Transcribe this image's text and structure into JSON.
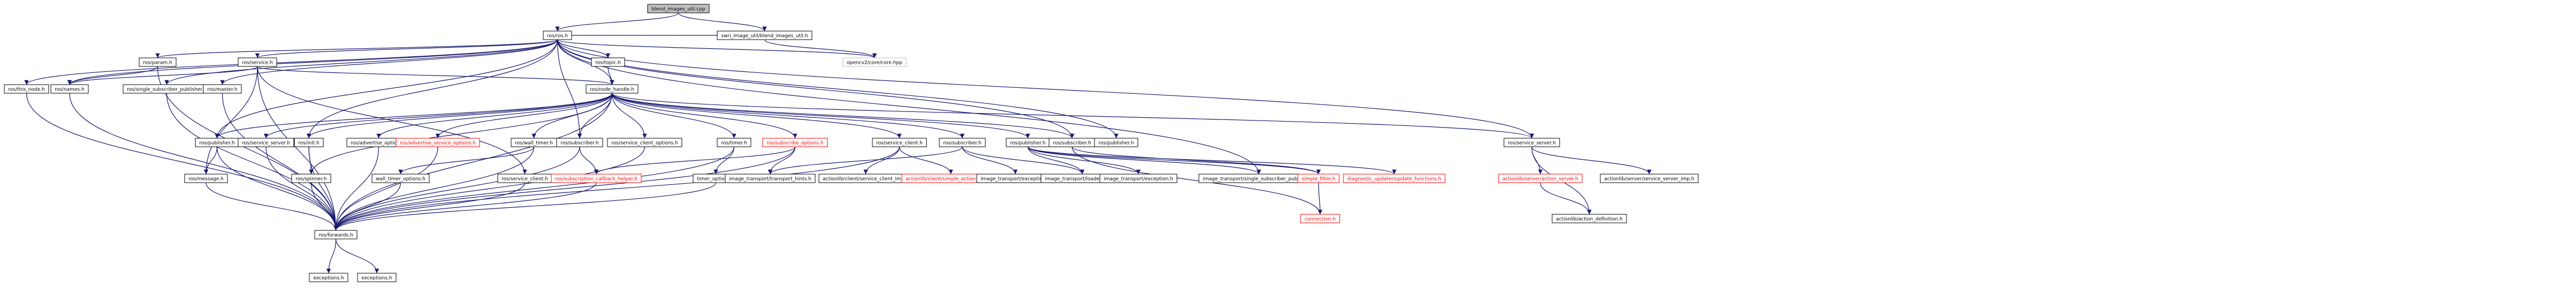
{
  "graph": {
    "colors": {
      "edge": "#191970",
      "node_border": "#000000",
      "root_fill": "#bfbfbf",
      "missing": "#ff0000",
      "external_border": "#bfbfbf"
    },
    "nodes": [
      {
        "id": "root",
        "label": "blend_images_util.cpp",
        "kind": "root"
      },
      {
        "id": "swri_blend",
        "label": "swri_image_util/blend_images_util.h",
        "kind": "normal"
      },
      {
        "id": "ros_ros",
        "label": "ros/ros.h",
        "kind": "normal"
      },
      {
        "id": "opencv",
        "label": "opencv2/core/core.hpp",
        "kind": "external"
      },
      {
        "id": "param",
        "label": "ros/param.h",
        "kind": "normal"
      },
      {
        "id": "service",
        "label": "ros/service.h",
        "kind": "normal"
      },
      {
        "id": "topic",
        "label": "ros/topic.h",
        "kind": "normal"
      },
      {
        "id": "this_node",
        "label": "ros/this_node.h",
        "kind": "normal"
      },
      {
        "id": "names",
        "label": "ros/names.h",
        "kind": "normal"
      },
      {
        "id": "single_sub_pub",
        "label": "ros/single_subscriber_publisher.h",
        "kind": "normal"
      },
      {
        "id": "master",
        "label": "ros/master.h",
        "kind": "normal"
      },
      {
        "id": "node_handle",
        "label": "ros/node_handle.h",
        "kind": "normal"
      },
      {
        "id": "publisher_ros",
        "label": "ros/publisher.h",
        "kind": "normal"
      },
      {
        "id": "service_server_ros",
        "label": "ros/service_server.h",
        "kind": "normal"
      },
      {
        "id": "init",
        "label": "ros/init.h",
        "kind": "normal"
      },
      {
        "id": "advertise_options",
        "label": "ros/advertise_options.h",
        "kind": "normal"
      },
      {
        "id": "advertise_service_options",
        "label": "ros/advertise_service_options.h",
        "kind": "missing"
      },
      {
        "id": "wall_timer",
        "label": "ros/wall_timer.h",
        "kind": "normal"
      },
      {
        "id": "subscriber_ros",
        "label": "ros/subscriber.h",
        "kind": "normal"
      },
      {
        "id": "service_client_options",
        "label": "ros/service_client_options.h",
        "kind": "normal"
      },
      {
        "id": "timer",
        "label": "ros/timer.h",
        "kind": "normal"
      },
      {
        "id": "subscribe_options",
        "label": "ros/subscribe_options.h",
        "kind": "missing"
      },
      {
        "id": "service_client",
        "label": "ros/service_client.h",
        "kind": "normal"
      },
      {
        "id": "subscriber_it",
        "label": "ros/subscriber.h",
        "kind": "normal"
      },
      {
        "id": "publisher_it",
        "label": "ros/publisher.h",
        "kind": "normal"
      },
      {
        "id": "subscriber_2",
        "label": "ros/subscriber.h",
        "kind": "normal"
      },
      {
        "id": "publisher_2",
        "label": "ros/publisher.h",
        "kind": "normal"
      },
      {
        "id": "service_server_al",
        "label": "ros/service_server.h",
        "kind": "normal"
      },
      {
        "id": "message",
        "label": "ros/message.h",
        "kind": "normal"
      },
      {
        "id": "spinner",
        "label": "ros/spinner.h",
        "kind": "normal"
      },
      {
        "id": "wall_timer_options",
        "label": "wall_timer_options.h",
        "kind": "normal"
      },
      {
        "id": "service_client_h",
        "label": "ros/service_client.h",
        "kind": "normal"
      },
      {
        "id": "sub_cb_helper",
        "label": "ros/subscription_callback_helper.h",
        "kind": "missing"
      },
      {
        "id": "timer_options",
        "label": "timer_options.h",
        "kind": "normal"
      },
      {
        "id": "transport_hints",
        "label": "image_transport/transport_hints.h",
        "kind": "normal"
      },
      {
        "id": "sc_imp",
        "label": "actionlib/client/service_client_imp.h",
        "kind": "normal"
      },
      {
        "id": "simple_action_client",
        "label": "actionlib/client/simple_action_client.h",
        "kind": "missing"
      },
      {
        "id": "it_exception",
        "label": "image_transport/exception.h",
        "kind": "normal"
      },
      {
        "id": "loader_fwds",
        "label": "image_transport/loader_fwds.h",
        "kind": "normal"
      },
      {
        "id": "it_exception_2",
        "label": "image_transport/exception.h",
        "kind": "normal"
      },
      {
        "id": "single_sub_pub_it",
        "label": "image_transport/single_subscriber_publisher.h",
        "kind": "normal"
      },
      {
        "id": "simple_filter",
        "label": "simple_filter.h",
        "kind": "missing"
      },
      {
        "id": "diag_update",
        "label": "diagnostic_updater/update_functions.h",
        "kind": "missing"
      },
      {
        "id": "action_server",
        "label": "actionlib/server/action_server.h",
        "kind": "missing"
      },
      {
        "id": "ss_imp",
        "label": "actionlib/server/service_server_imp.h",
        "kind": "normal"
      },
      {
        "id": "connection",
        "label": "connection.h",
        "kind": "missing"
      },
      {
        "id": "action_definition",
        "label": "actionlib/action_definition.h",
        "kind": "normal"
      },
      {
        "id": "forwards",
        "label": "ros/forwards.h",
        "kind": "normal"
      },
      {
        "id": "exceptions_1",
        "label": "exceptions.h",
        "kind": "normal"
      },
      {
        "id": "exceptions_2",
        "label": "exceptions.h",
        "kind": "normal"
      }
    ],
    "edges": [
      [
        "root",
        "swri_blend"
      ],
      [
        "root",
        "ros_ros"
      ],
      [
        "swri_blend",
        "ros_ros"
      ],
      [
        "swri_blend",
        "opencv"
      ],
      [
        "ros_ros",
        "this_node"
      ],
      [
        "ros_ros",
        "param"
      ],
      [
        "ros_ros",
        "names"
      ],
      [
        "ros_ros",
        "service"
      ],
      [
        "ros_ros",
        "single_sub_pub"
      ],
      [
        "ros_ros",
        "master"
      ],
      [
        "ros_ros",
        "topic"
      ],
      [
        "ros_ros",
        "node_handle"
      ],
      [
        "ros_ros",
        "init"
      ],
      [
        "ros_ros",
        "publisher_ros"
      ],
      [
        "ros_ros",
        "subscriber_ros"
      ],
      [
        "ros_ros",
        "service_server_al"
      ],
      [
        "ros_ros",
        "subscriber_2"
      ],
      [
        "ros_ros",
        "publisher_2"
      ],
      [
        "ros_ros",
        "single_sub_pub_it"
      ],
      [
        "ros_ros",
        "opencv"
      ],
      [
        "param",
        "forwards"
      ],
      [
        "param",
        "names"
      ],
      [
        "service",
        "forwards"
      ],
      [
        "service",
        "node_handle"
      ],
      [
        "service",
        "names"
      ],
      [
        "service",
        "message"
      ],
      [
        "service",
        "service_client_h"
      ],
      [
        "topic",
        "node_handle"
      ],
      [
        "this_node",
        "forwards"
      ],
      [
        "names",
        "forwards"
      ],
      [
        "single_sub_pub",
        "forwards"
      ],
      [
        "master",
        "forwards"
      ],
      [
        "node_handle",
        "publisher_ros"
      ],
      [
        "node_handle",
        "service_server_ros"
      ],
      [
        "node_handle",
        "init"
      ],
      [
        "node_handle",
        "advertise_options"
      ],
      [
        "node_handle",
        "advertise_service_options"
      ],
      [
        "node_handle",
        "wall_timer"
      ],
      [
        "node_handle",
        "subscriber_ros"
      ],
      [
        "node_handle",
        "service_client_options"
      ],
      [
        "node_handle",
        "timer"
      ],
      [
        "node_handle",
        "subscribe_options"
      ],
      [
        "node_handle",
        "service_client"
      ],
      [
        "node_handle",
        "subscriber_it"
      ],
      [
        "node_handle",
        "publisher_it"
      ],
      [
        "node_handle",
        "subscriber_2"
      ],
      [
        "node_handle",
        "spinner"
      ],
      [
        "node_handle",
        "forwards"
      ],
      [
        "node_handle",
        "service_server_al"
      ],
      [
        "publisher_ros",
        "message"
      ],
      [
        "publisher_ros",
        "forwards"
      ],
      [
        "service_server_ros",
        "forwards"
      ],
      [
        "init",
        "forwards"
      ],
      [
        "init",
        "spinner"
      ],
      [
        "advertise_options",
        "forwards"
      ],
      [
        "advertise_service_options",
        "forwards"
      ],
      [
        "wall_timer",
        "forwards"
      ],
      [
        "wall_timer",
        "wall_timer_options"
      ],
      [
        "subscriber_ros",
        "forwards"
      ],
      [
        "subscriber_ros",
        "sub_cb_helper"
      ],
      [
        "service_client_options",
        "forwards"
      ],
      [
        "timer",
        "forwards"
      ],
      [
        "timer",
        "timer_options"
      ],
      [
        "subscribe_options",
        "forwards"
      ],
      [
        "subscribe_options",
        "sub_cb_helper"
      ],
      [
        "subscribe_options",
        "transport_hints"
      ],
      [
        "service_client",
        "forwards"
      ],
      [
        "service_client",
        "sc_imp"
      ],
      [
        "service_client",
        "simple_action_client"
      ],
      [
        "subscriber_it",
        "transport_hints"
      ],
      [
        "subscriber_it",
        "it_exception"
      ],
      [
        "subscriber_it",
        "loader_fwds"
      ],
      [
        "publisher_it",
        "loader_fwds"
      ],
      [
        "publisher_it",
        "it_exception_2"
      ],
      [
        "publisher_it",
        "single_sub_pub_it"
      ],
      [
        "publisher_it",
        "simple_filter"
      ],
      [
        "publisher_it",
        "diag_update"
      ],
      [
        "subscriber_2",
        "simple_filter"
      ],
      [
        "subscriber_2",
        "connection"
      ],
      [
        "service_server_al",
        "action_server"
      ],
      [
        "service_server_al",
        "ss_imp"
      ],
      [
        "service_server_al",
        "action_definition"
      ],
      [
        "action_server",
        "action_definition"
      ],
      [
        "simple_filter",
        "connection"
      ],
      [
        "forwards",
        "exceptions_1"
      ],
      [
        "forwards",
        "exceptions_2"
      ],
      [
        "wall_timer_options",
        "forwards"
      ],
      [
        "timer_options",
        "forwards"
      ],
      [
        "service_client_h",
        "forwards"
      ],
      [
        "sub_cb_helper",
        "forwards"
      ],
      [
        "message",
        "forwards"
      ],
      [
        "spinner",
        "forwards"
      ]
    ]
  }
}
